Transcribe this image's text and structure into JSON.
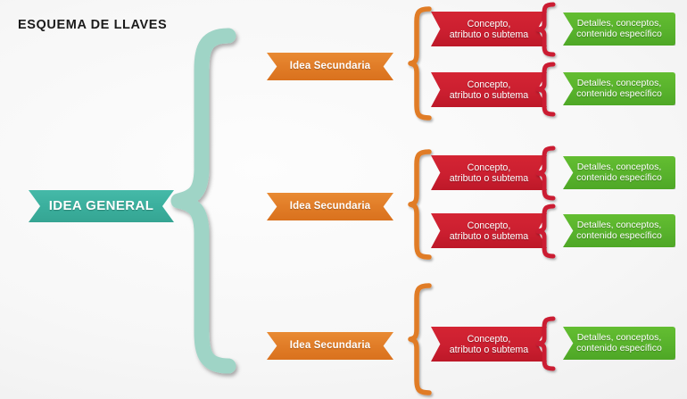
{
  "document": {
    "title": "ESQUEMA DE LLAVES"
  },
  "colors": {
    "background": "#f4f4f4",
    "teal": "#3aae9c",
    "mint_brace": "#9fd4c6",
    "orange": "#e07b26",
    "red": "#cb1f30",
    "green": "#58b22c",
    "text_light": "#ffffff",
    "title_text": "#1b1b1b"
  },
  "root": {
    "label": "IDEA GENERAL"
  },
  "branches": [
    {
      "label": "Idea Secundaria",
      "concepts": [
        {
          "line1": "Concepto,",
          "line2": "atributo o subtema",
          "details": {
            "line1": "Detalles, conceptos,",
            "line2": "contenido específico"
          }
        },
        {
          "line1": "Concepto,",
          "line2": "atributo o subtema",
          "details": {
            "line1": "Detalles, conceptos,",
            "line2": "contenido específico"
          }
        }
      ]
    },
    {
      "label": "Idea Secundaria",
      "concepts": [
        {
          "line1": "Concepto,",
          "line2": "atributo o subtema",
          "details": {
            "line1": "Detalles, conceptos,",
            "line2": "contenido específico"
          }
        },
        {
          "line1": "Concepto,",
          "line2": "atributo o subtema",
          "details": {
            "line1": "Detalles, conceptos,",
            "line2": "contenido específico"
          }
        }
      ]
    },
    {
      "label": "Idea Secundaria",
      "concepts": [
        {
          "line1": "Concepto,",
          "line2": "atributo o subtema",
          "details": {
            "line1": "Detalles, conceptos,",
            "line2": "contenido específico"
          }
        }
      ]
    }
  ],
  "icons": {
    "main_brace": "curly-brace-large",
    "branch_brace": "curly-brace-orange",
    "detail_brace": "curly-brace-red"
  }
}
